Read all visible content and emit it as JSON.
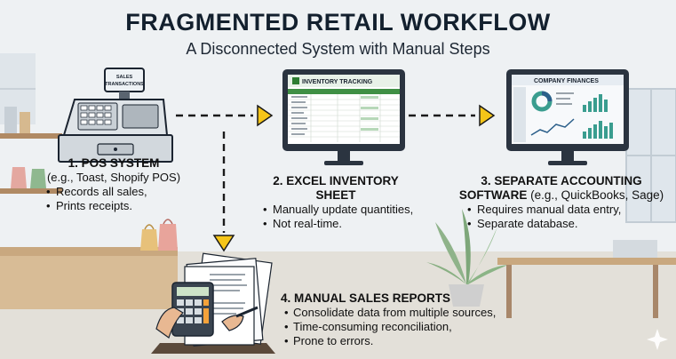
{
  "title": "FRAGMENTED RETAIL WORKFLOW",
  "subtitle": "A Disconnected System with Manual Steps",
  "pos_display_text": "SALES TRANSACTIONS",
  "excel_screen_title": "INVENTORY TRACKING",
  "finance_screen_title": "COMPANY FINANCES",
  "steps": {
    "pos": {
      "heading": "1. POS SYSTEM",
      "sub": "(e.g., Toast, Shopify POS)",
      "bullets": [
        "Records all sales,",
        "Prints receipts."
      ]
    },
    "excel": {
      "heading": "2. EXCEL INVENTORY SHEET",
      "bullets": [
        "Manually update quantities,",
        "Not real-time."
      ]
    },
    "accounting": {
      "heading_line1": "3. SEPARATE ACCOUNTING",
      "heading_line2_bold": "SOFTWARE",
      "heading_line2_rest": " (e.g., QuickBooks, Sage)",
      "bullets": [
        "Requires manual data entry,",
        "Separate database."
      ]
    },
    "reports": {
      "heading": "4. MANUAL SALES REPORTS",
      "bullets": [
        "Consolidate data from multiple sources,",
        "Time-consuming reconciliation,",
        "Prone to errors."
      ]
    }
  },
  "colors": {
    "arrow_fill": "#f5c518",
    "excel_green": "#2e7d32",
    "monitor_dark": "#2b3440",
    "background": "#eef1f3"
  }
}
